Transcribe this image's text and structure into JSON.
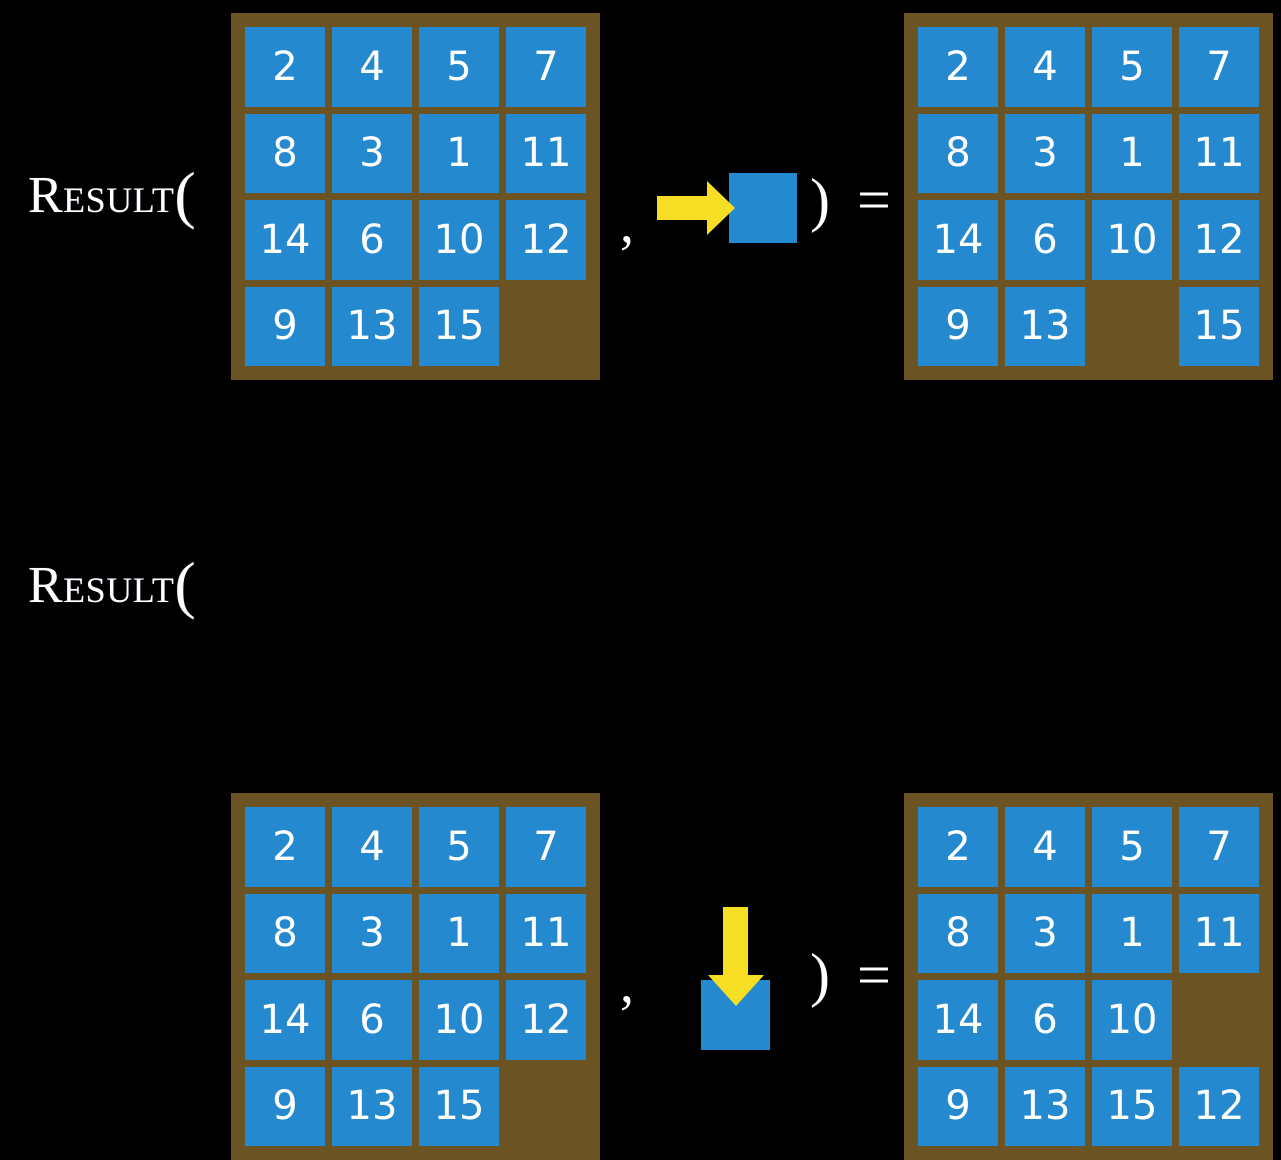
{
  "colors": {
    "background": "#000000",
    "board_frame": "#6b5324",
    "tile": "#2489ce",
    "tile_text": "#ffffff",
    "arrow": "#f5de23",
    "label_text": "#ffffff"
  },
  "rows": [
    {
      "label": "Result",
      "open_paren": "(",
      "comma": ",",
      "close": ") =",
      "action": {
        "name": "move-right",
        "icon": "arrow-right-icon",
        "direction": "right",
        "arrow_color": "#f5de23",
        "square_color": "#2489ce"
      },
      "input_board": {
        "name": "input-board-row-1",
        "rows": [
          [
            "2",
            "4",
            "5",
            "7"
          ],
          [
            "8",
            "3",
            "1",
            "11"
          ],
          [
            "14",
            "6",
            "10",
            "12"
          ],
          [
            "9",
            "13",
            "15",
            ""
          ]
        ]
      },
      "output_board": {
        "name": "output-board-row-1",
        "rows": [
          [
            "2",
            "4",
            "5",
            "7"
          ],
          [
            "8",
            "3",
            "1",
            "11"
          ],
          [
            "14",
            "6",
            "10",
            "12"
          ],
          [
            "9",
            "13",
            "",
            "15"
          ]
        ]
      }
    },
    {
      "label": "Result",
      "open_paren": "(",
      "comma": ",",
      "close": ") =",
      "action": {
        "name": "move-down",
        "icon": "arrow-down-icon",
        "direction": "down",
        "arrow_color": "#f5de23",
        "square_color": "#2489ce"
      },
      "input_board": {
        "name": "input-board-row-2",
        "rows": [
          [
            "2",
            "4",
            "5",
            "7"
          ],
          [
            "8",
            "3",
            "1",
            "11"
          ],
          [
            "14",
            "6",
            "10",
            "12"
          ],
          [
            "9",
            "13",
            "15",
            ""
          ]
        ]
      },
      "output_board": {
        "name": "output-board-row-2",
        "rows": [
          [
            "2",
            "4",
            "5",
            "7"
          ],
          [
            "8",
            "3",
            "1",
            "11"
          ],
          [
            "14",
            "6",
            "10",
            ""
          ],
          [
            "9",
            "13",
            "15",
            "12"
          ]
        ]
      }
    }
  ]
}
